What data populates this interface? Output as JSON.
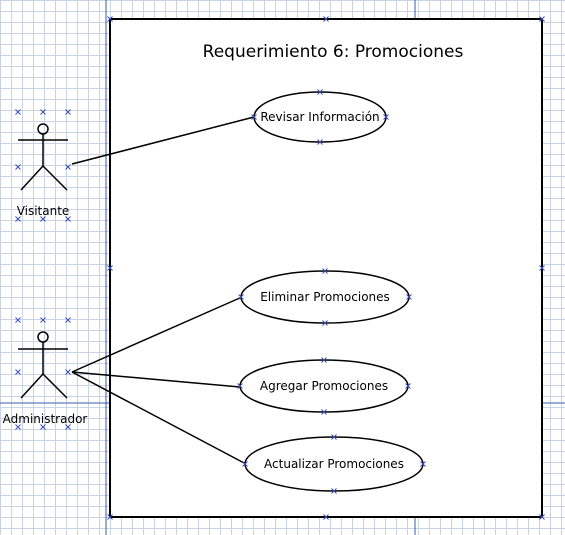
{
  "diagram": {
    "system": {
      "title": "Requerimiento 6: Promociones"
    },
    "actors": [
      {
        "id": "visitante",
        "label": "Visitante"
      },
      {
        "id": "administrador",
        "label": "Administrador"
      }
    ],
    "use_cases": [
      {
        "id": "revisar",
        "label": "Revisar Información"
      },
      {
        "id": "eliminar",
        "label": "Eliminar Promociones"
      },
      {
        "id": "agregar",
        "label": "Agregar Promociones"
      },
      {
        "id": "actualizar",
        "label": "Actualizar Promociones"
      }
    ],
    "associations": [
      {
        "from": "visitante",
        "to": "revisar"
      },
      {
        "from": "administrador",
        "to": "eliminar"
      },
      {
        "from": "administrador",
        "to": "agregar"
      },
      {
        "from": "administrador",
        "to": "actualizar"
      }
    ]
  }
}
